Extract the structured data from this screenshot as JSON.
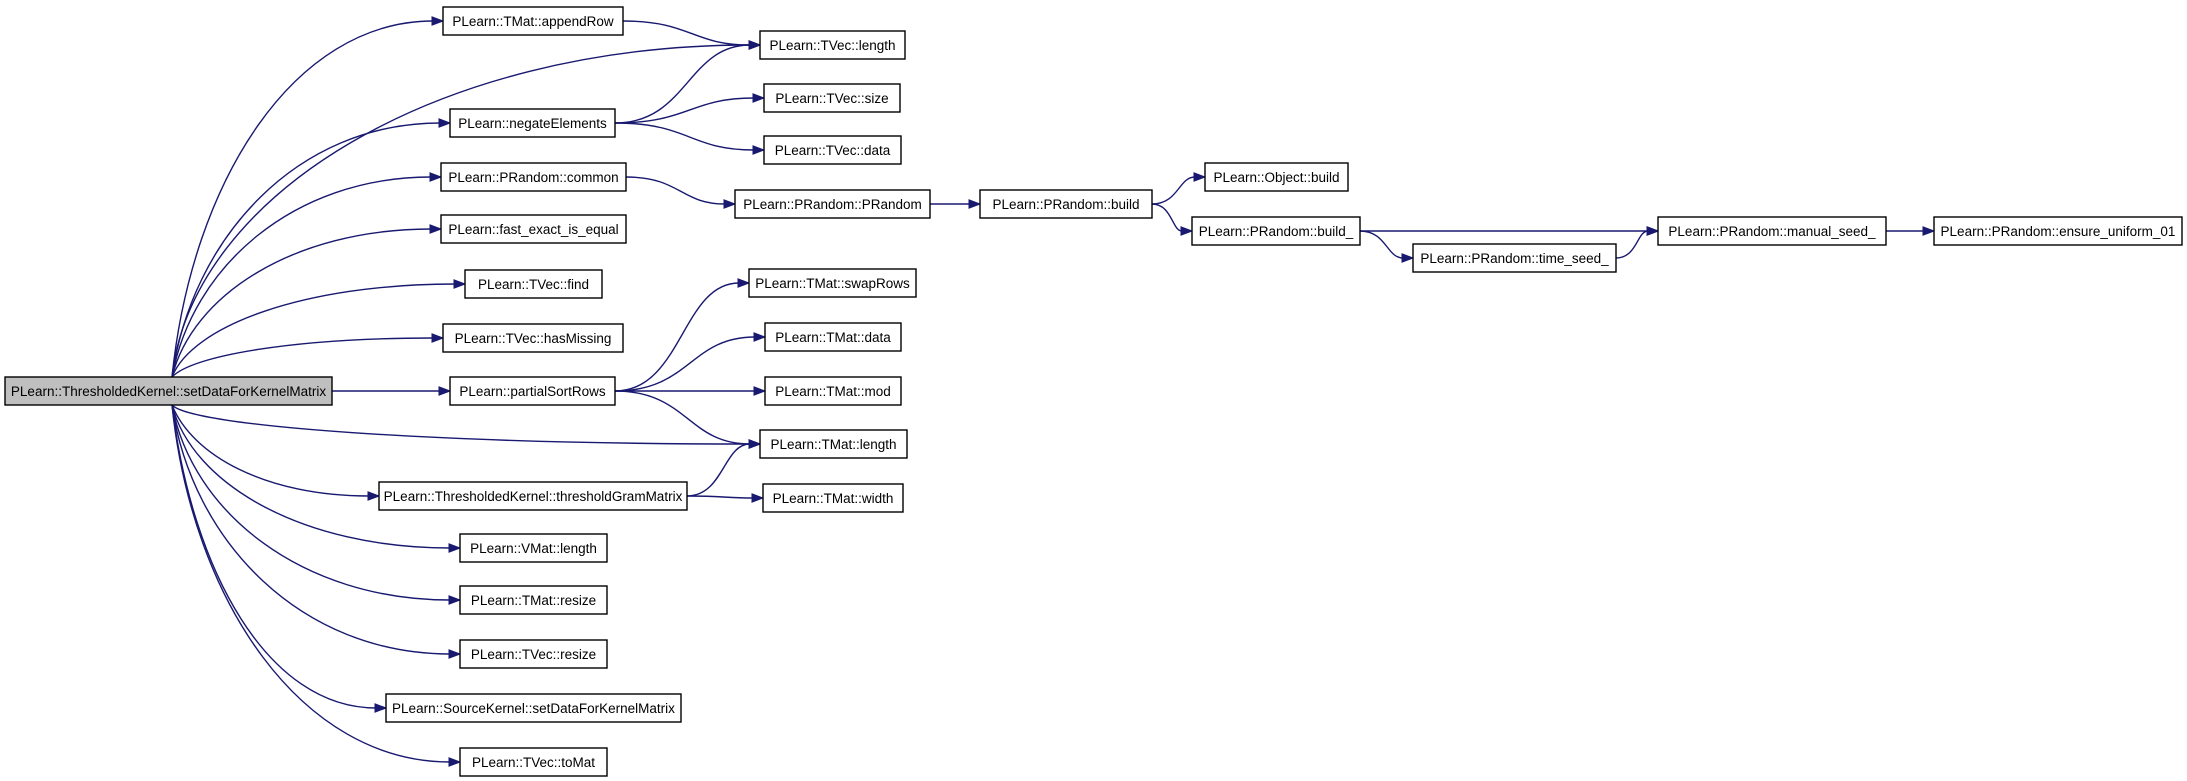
{
  "graph": {
    "edge_color": "#191970",
    "root_fill": "#bfbfbf",
    "nodes": [
      {
        "id": "root",
        "label": "PLearn::ThresholdedKernel::setDataForKernelMatrix"
      },
      {
        "id": "n_appendRow",
        "label": "PLearn::TMat::appendRow"
      },
      {
        "id": "n_tvec_length",
        "label": "PLearn::TVec::length"
      },
      {
        "id": "n_negate",
        "label": "PLearn::negateElements"
      },
      {
        "id": "n_tvec_size",
        "label": "PLearn::TVec::size"
      },
      {
        "id": "n_tvec_data",
        "label": "PLearn::TVec::data"
      },
      {
        "id": "n_common",
        "label": "PLearn::PRandom::common"
      },
      {
        "id": "n_prandom",
        "label": "PLearn::PRandom::PRandom"
      },
      {
        "id": "n_build",
        "label": "PLearn::PRandom::build"
      },
      {
        "id": "n_obj_build",
        "label": "PLearn::Object::build"
      },
      {
        "id": "n_build_",
        "label": "PLearn::PRandom::build_"
      },
      {
        "id": "n_manual",
        "label": "PLearn::PRandom::manual_seed_"
      },
      {
        "id": "n_ensure",
        "label": "PLearn::PRandom::ensure_uniform_01"
      },
      {
        "id": "n_timeseed",
        "label": "PLearn::PRandom::time_seed_"
      },
      {
        "id": "n_fast",
        "label": "PLearn::fast_exact_is_equal"
      },
      {
        "id": "n_find",
        "label": "PLearn::TVec::find"
      },
      {
        "id": "n_hasmissing",
        "label": "PLearn::TVec::hasMissing"
      },
      {
        "id": "n_partial",
        "label": "PLearn::partialSortRows"
      },
      {
        "id": "n_swaprows",
        "label": "PLearn::TMat::swapRows"
      },
      {
        "id": "n_tmat_data",
        "label": "PLearn::TMat::data"
      },
      {
        "id": "n_tmat_mod",
        "label": "PLearn::TMat::mod"
      },
      {
        "id": "n_tmat_length",
        "label": "PLearn::TMat::length"
      },
      {
        "id": "n_threshold",
        "label": "PLearn::ThresholdedKernel::thresholdGramMatrix"
      },
      {
        "id": "n_tmat_width",
        "label": "PLearn::TMat::width"
      },
      {
        "id": "n_vmat_length",
        "label": "PLearn::VMat::length"
      },
      {
        "id": "n_tmat_resize",
        "label": "PLearn::TMat::resize"
      },
      {
        "id": "n_tvec_resize",
        "label": "PLearn::TVec::resize"
      },
      {
        "id": "n_source",
        "label": "PLearn::SourceKernel::setDataForKernelMatrix"
      },
      {
        "id": "n_tomat",
        "label": "PLearn::TVec::toMat"
      }
    ],
    "edges": [
      [
        "root",
        "n_appendRow"
      ],
      [
        "root",
        "n_tvec_length"
      ],
      [
        "root",
        "n_negate"
      ],
      [
        "root",
        "n_common"
      ],
      [
        "root",
        "n_fast"
      ],
      [
        "root",
        "n_find"
      ],
      [
        "root",
        "n_hasmissing"
      ],
      [
        "root",
        "n_partial"
      ],
      [
        "root",
        "n_tmat_length"
      ],
      [
        "root",
        "n_threshold"
      ],
      [
        "root",
        "n_vmat_length"
      ],
      [
        "root",
        "n_tmat_resize"
      ],
      [
        "root",
        "n_tvec_resize"
      ],
      [
        "root",
        "n_source"
      ],
      [
        "root",
        "n_tomat"
      ],
      [
        "n_appendRow",
        "n_tvec_length"
      ],
      [
        "n_negate",
        "n_tvec_length"
      ],
      [
        "n_negate",
        "n_tvec_size"
      ],
      [
        "n_negate",
        "n_tvec_data"
      ],
      [
        "n_common",
        "n_prandom"
      ],
      [
        "n_prandom",
        "n_build"
      ],
      [
        "n_build",
        "n_obj_build"
      ],
      [
        "n_build",
        "n_build_"
      ],
      [
        "n_build_",
        "n_manual"
      ],
      [
        "n_build_",
        "n_timeseed"
      ],
      [
        "n_timeseed",
        "n_manual"
      ],
      [
        "n_manual",
        "n_ensure"
      ],
      [
        "n_partial",
        "n_swaprows"
      ],
      [
        "n_partial",
        "n_tmat_data"
      ],
      [
        "n_partial",
        "n_tmat_mod"
      ],
      [
        "n_partial",
        "n_tmat_length"
      ],
      [
        "n_threshold",
        "n_tmat_length"
      ],
      [
        "n_threshold",
        "n_tmat_width"
      ]
    ]
  }
}
